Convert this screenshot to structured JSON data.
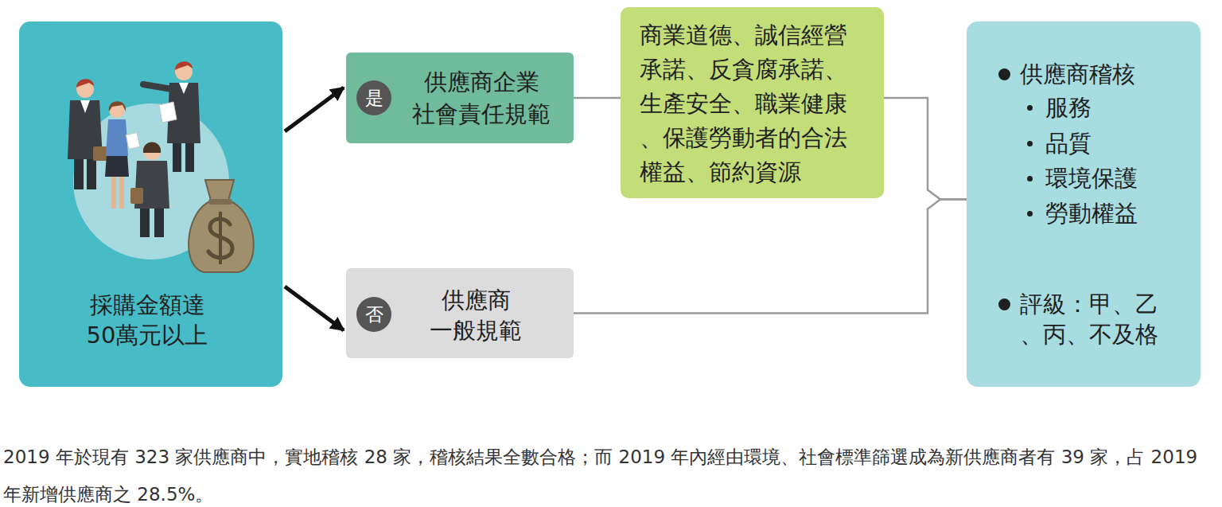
{
  "diagram": {
    "caption": "2019 年於現有 323 家供應商中，實地稽核 28 家，稽核結果全數合格；而 2019 年內經由環境、社會標準篩選成為新供應商者有 39 家，占 2019 年新增供應商之 28.5%。",
    "nodes": [
      {
        "text": [
          "採購金額達 50萬元以上"
        ]
      },
      {
        "text": [
          "供應商企業 社會責任規範"
        ]
      },
      {
        "text": [
          "是"
        ],
        "in": 1
      },
      {
        "text": [
          "商業道德、誠信經營 承諾、反貪腐承諾、 生產安全、職業健康 、保護勞動者的合法 權益、節約資源"
        ]
      },
      {
        "text": [
          "供應商 一般規範"
        ]
      },
      {
        "text": [
          "否"
        ],
        "in": 4
      },
      {
        "text": [
          "供應商稽核",
          "服務",
          "品質",
          "環境保護",
          "勞動權益",
          "評級：甲、乙 、丙、不及格"
        ]
      }
    ],
    "edges": [
      {
        "from": 0,
        "to": 1,
        "arrow": "to"
      },
      {
        "from": 0,
        "to": 4,
        "arrow": "to"
      },
      {
        "from": 1,
        "to": 3,
        "arrow": "none"
      },
      {
        "from": 3,
        "to": 6,
        "arrow": "none"
      },
      {
        "from": 4,
        "to": 6,
        "arrow": "none"
      }
    ]
  }
}
